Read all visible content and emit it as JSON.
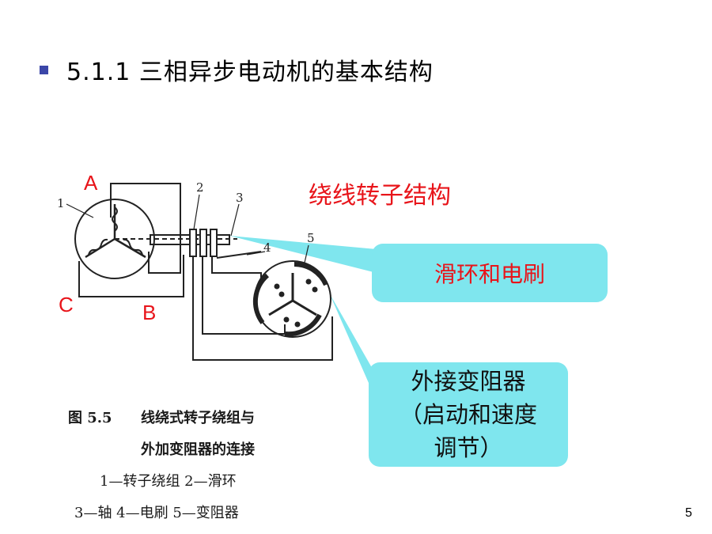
{
  "slide": {
    "title": "5.1.1  三相异步电动机的基本结构",
    "subtitle": "绕线转子结构",
    "page_number": "5"
  },
  "labels": {
    "a": "A",
    "b": "B",
    "c": "C"
  },
  "diagram_numbers": {
    "n1": "1",
    "n2": "2",
    "n3": "3",
    "n4": "4",
    "n5": "5"
  },
  "callouts": {
    "slip_ring": "滑环和电刷",
    "rheostat_line1": "外接变阻器",
    "rheostat_line2": "（启动和速度",
    "rheostat_line3": "调节）"
  },
  "caption": {
    "figure_no": "图 5.5",
    "line1": "线绕式转子绕组与",
    "line2": "外加变阻器的连接",
    "line3": "1—转子绕组   2—滑环",
    "line4": "3—轴    4—电刷    5—变阻器"
  },
  "colors": {
    "accent_red": "#e8141a",
    "callout_bg": "#7fe6ee",
    "bullet": "#3b46a8"
  }
}
